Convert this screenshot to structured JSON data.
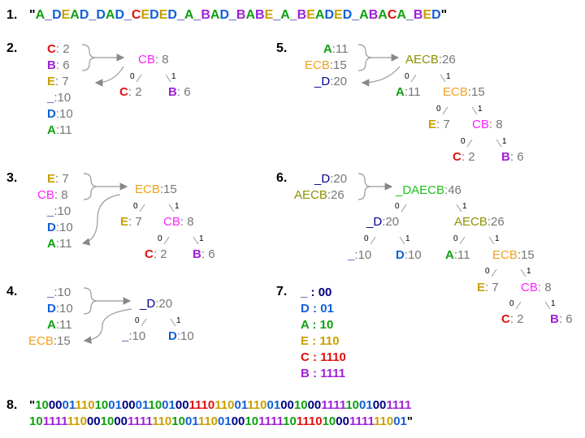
{
  "colors": {
    "A": "#10a010",
    "B": "#a020d8",
    "C": "#e01010",
    "D": "#1060d8",
    "E": "#c8a000",
    "_": "#000080",
    "CB": "#ff20ff",
    "ECB": "#f0a020",
    "AECB": "#909000",
    "_D": "#000090",
    "_DAECB": "#20c020",
    "gray": "#777777"
  },
  "step1": {
    "num": "1.",
    "open": "\"",
    "chars": [
      "A",
      "_",
      "D",
      "E",
      "A",
      "D",
      "_",
      "D",
      "A",
      "D",
      "_",
      "C",
      "E",
      "D",
      "E",
      "D",
      "_",
      "A",
      "_",
      "B",
      "A",
      "D",
      "_",
      "B",
      "A",
      "B",
      "E",
      "_",
      "A",
      "_",
      "B",
      "E",
      "A",
      "D",
      "E",
      "D",
      "_",
      "A",
      "B",
      "A",
      "C",
      "A",
      "_",
      "B",
      "E",
      "D"
    ],
    "close": "\""
  },
  "step2": {
    "num": "2.",
    "list": [
      {
        "sym": "C",
        "sep": ":  ",
        "count": "2"
      },
      {
        "sym": "B",
        "sep": ":  ",
        "count": "6"
      },
      {
        "sym": "E",
        "sep": ":  ",
        "count": "7"
      },
      {
        "sym": "_",
        "sep": ":",
        "count": "10"
      },
      {
        "sym": "D",
        "sep": ":",
        "count": "10"
      },
      {
        "sym": "A",
        "sep": ":",
        "count": "11"
      }
    ],
    "tree": {
      "root": {
        "sym": "CB",
        "sep": ":  ",
        "count": "8"
      },
      "left": {
        "sym": "C",
        "sep": ":  ",
        "count": "2"
      },
      "right": {
        "sym": "B",
        "sep": ":  ",
        "count": "6"
      },
      "e0": "0",
      "e1": "1"
    }
  },
  "step3": {
    "num": "3.",
    "list": [
      {
        "sym": "E",
        "sep": ":  ",
        "count": "7"
      },
      {
        "sym": "CB",
        "sep": ":  ",
        "count": "8"
      },
      {
        "sym": "_",
        "sep": ":",
        "count": "10"
      },
      {
        "sym": "D",
        "sep": ":",
        "count": "10"
      },
      {
        "sym": "A",
        "sep": ":",
        "count": "11"
      }
    ],
    "tree": {
      "root": {
        "sym": "ECB",
        "sep": ":",
        "count": "15"
      },
      "n1": {
        "sym": "E",
        "sep": ":  ",
        "count": "7"
      },
      "n2": {
        "sym": "CB",
        "sep": ":  ",
        "count": "8"
      },
      "n3": {
        "sym": "C",
        "sep": ":  ",
        "count": "2"
      },
      "n4": {
        "sym": "B",
        "sep": ":  ",
        "count": "6"
      },
      "e0": "0",
      "e1": "1"
    }
  },
  "step4": {
    "num": "4.",
    "list": [
      {
        "sym": "_",
        "sep": ":",
        "count": "10"
      },
      {
        "sym": "D",
        "sep": ":",
        "count": "10"
      },
      {
        "sym": "A",
        "sep": ":",
        "count": "11"
      },
      {
        "sym": "ECB",
        "sep": ":",
        "count": "15"
      }
    ],
    "tree": {
      "root": {
        "sym": "_D",
        "sep": ":",
        "count": "20"
      },
      "left": {
        "sym": "_",
        "sep": ":",
        "count": "10"
      },
      "right": {
        "sym": "D",
        "sep": ":",
        "count": "10"
      },
      "e0": "0",
      "e1": "1"
    }
  },
  "step5": {
    "num": "5.",
    "list": [
      {
        "sym": "A",
        "sep": ":",
        "count": "11"
      },
      {
        "sym": "ECB",
        "sep": ":",
        "count": "15"
      },
      {
        "sym": "_D",
        "sep": ":",
        "count": "20"
      }
    ],
    "tree": {
      "root": {
        "sym": "AECB",
        "sep": ":",
        "count": "26"
      },
      "n1": {
        "sym": "A",
        "sep": ":",
        "count": "11"
      },
      "n2": {
        "sym": "ECB",
        "sep": ":",
        "count": "15"
      },
      "n3": {
        "sym": "E",
        "sep": ":  ",
        "count": "7"
      },
      "n4": {
        "sym": "CB",
        "sep": ":  ",
        "count": "8"
      },
      "n5": {
        "sym": "C",
        "sep": ":  ",
        "count": "2"
      },
      "n6": {
        "sym": "B",
        "sep": ":  ",
        "count": "6"
      },
      "e0": "0",
      "e1": "1"
    }
  },
  "step6": {
    "num": "6.",
    "list": [
      {
        "sym": "_D",
        "sep": ":",
        "count": "20"
      },
      {
        "sym": "AECB",
        "sep": ":",
        "count": "26"
      }
    ],
    "tree": {
      "root": {
        "sym": "_DAECB",
        "sep": ":",
        "count": "46"
      },
      "n_d": {
        "sym": "_D",
        "sep": ":",
        "count": "20"
      },
      "n_aecb": {
        "sym": "AECB",
        "sep": ":",
        "count": "26"
      },
      "n_u": {
        "sym": "_",
        "sep": ":",
        "count": "10"
      },
      "n_dd": {
        "sym": "D",
        "sep": ":",
        "count": "10"
      },
      "n_a": {
        "sym": "A",
        "sep": ":",
        "count": "11"
      },
      "n_ecb": {
        "sym": "ECB",
        "sep": ":",
        "count": "15"
      },
      "n_e": {
        "sym": "E",
        "sep": ":  ",
        "count": "7"
      },
      "n_cb": {
        "sym": "CB",
        "sep": ":  ",
        "count": "8"
      },
      "n_c": {
        "sym": "C",
        "sep": ":  ",
        "count": "2"
      },
      "n_b": {
        "sym": "B",
        "sep": ":  ",
        "count": "6"
      },
      "e0": "0",
      "e1": "1"
    }
  },
  "step7": {
    "num": "7.",
    "codes": [
      {
        "sym": "_",
        "sep": " :  ",
        "code": "00"
      },
      {
        "sym": "D",
        "sep": " :  ",
        "code": "01"
      },
      {
        "sym": "A",
        "sep": " :  ",
        "code": "10"
      },
      {
        "sym": "E",
        "sep": " :  ",
        "code": "110"
      },
      {
        "sym": "C",
        "sep": " :  ",
        "code": "1110"
      },
      {
        "sym": "B",
        "sep": " :  ",
        "code": "1111"
      }
    ]
  },
  "step8": {
    "num": "8.",
    "open": "\"",
    "close": "\"",
    "line1_count": 24,
    "tokens": [
      {
        "s": "A",
        "c": "10"
      },
      {
        "s": "_",
        "c": "00"
      },
      {
        "s": "D",
        "c": "01"
      },
      {
        "s": "E",
        "c": "110"
      },
      {
        "s": "A",
        "c": "10"
      },
      {
        "s": "D",
        "c": "01"
      },
      {
        "s": "_",
        "c": "00"
      },
      {
        "s": "D",
        "c": "01"
      },
      {
        "s": "A",
        "c": "10"
      },
      {
        "s": "D",
        "c": "01"
      },
      {
        "s": "_",
        "c": "00"
      },
      {
        "s": "C",
        "c": "1110"
      },
      {
        "s": "E",
        "c": "110"
      },
      {
        "s": "D",
        "c": "01"
      },
      {
        "s": "E",
        "c": "110"
      },
      {
        "s": "D",
        "c": "01"
      },
      {
        "s": "_",
        "c": "00"
      },
      {
        "s": "A",
        "c": "10"
      },
      {
        "s": "_",
        "c": "00"
      },
      {
        "s": "B",
        "c": "1111"
      },
      {
        "s": "A",
        "c": "10"
      },
      {
        "s": "D",
        "c": "01"
      },
      {
        "s": "_",
        "c": "00"
      },
      {
        "s": "B",
        "c": "1111"
      },
      {
        "s": "A",
        "c": "10"
      },
      {
        "s": "B",
        "c": "1111"
      },
      {
        "s": "E",
        "c": "110"
      },
      {
        "s": "_",
        "c": "00"
      },
      {
        "s": "A",
        "c": "10"
      },
      {
        "s": "_",
        "c": "00"
      },
      {
        "s": "B",
        "c": "1111"
      },
      {
        "s": "E",
        "c": "110"
      },
      {
        "s": "A",
        "c": "10"
      },
      {
        "s": "D",
        "c": "01"
      },
      {
        "s": "E",
        "c": "110"
      },
      {
        "s": "D",
        "c": "01"
      },
      {
        "s": "_",
        "c": "00"
      },
      {
        "s": "A",
        "c": "10"
      },
      {
        "s": "B",
        "c": "1111"
      },
      {
        "s": "A",
        "c": "10"
      },
      {
        "s": "C",
        "c": "1110"
      },
      {
        "s": "A",
        "c": "10"
      },
      {
        "s": "_",
        "c": "00"
      },
      {
        "s": "B",
        "c": "1111"
      },
      {
        "s": "E",
        "c": "110"
      },
      {
        "s": "D",
        "c": "01"
      }
    ]
  }
}
